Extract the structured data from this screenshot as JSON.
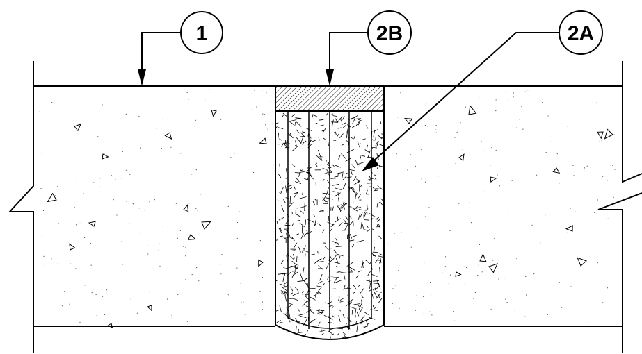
{
  "callouts": {
    "one": "1",
    "two_b": "2B",
    "two_a": "2A"
  },
  "colors": {
    "line": "#000000",
    "background": "#ffffff"
  }
}
